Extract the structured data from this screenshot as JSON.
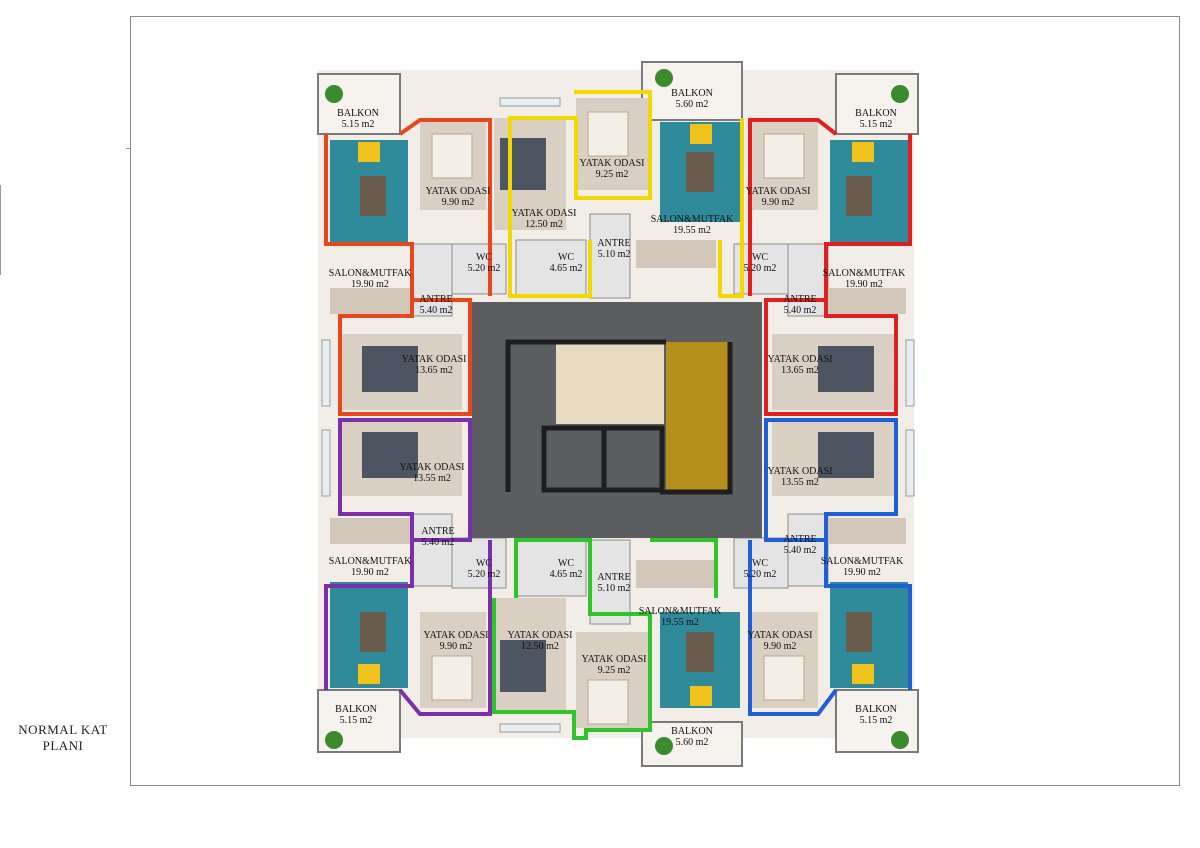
{
  "plan_title": [
    "NORMAL KAT",
    "PLANI"
  ],
  "colors": {
    "red": "#e02020",
    "orange_red": "#e8461c",
    "yellow": "#f3d800",
    "purple": "#7b2fa8",
    "green": "#2ec42a",
    "blue": "#1f5fd6",
    "core": "#5b5d60",
    "floor": "#e9e1d6",
    "wall": "#3a3a3a"
  },
  "rooms": {
    "balkon_tl": [
      "BALKON",
      "5.15 m2"
    ],
    "balkon_tc": [
      "BALKON",
      "5.60 m2"
    ],
    "balkon_tr": [
      "BALKON",
      "5.15 m2"
    ],
    "balkon_bl": [
      "BALKON",
      "5.15 m2"
    ],
    "balkon_bc": [
      "BALKON",
      "5.60 m2"
    ],
    "balkon_br": [
      "BALKON",
      "5.15 m2"
    ],
    "yatak_tl_small": [
      "YATAK ODASI",
      "9.90 m2"
    ],
    "yatak_tc_big": [
      "YATAK ODASI",
      "12.50 m2"
    ],
    "yatak_tc_small": [
      "YATAK ODASI",
      "9.25 m2"
    ],
    "yatak_tr_small": [
      "YATAK ODASI",
      "9.90 m2"
    ],
    "salon_tc": [
      "SALON&MUTFAK",
      "19.55 m2"
    ],
    "salon_tl": [
      "SALON&MUTFAK",
      "19.90 m2"
    ],
    "salon_tr": [
      "SALON&MUTFAK",
      "19.90 m2"
    ],
    "wc_tl": [
      "WC",
      "5.20 m2"
    ],
    "wc_tc": [
      "WC",
      "4.65 m2"
    ],
    "wc_tr": [
      "WC",
      "5.20 m2"
    ],
    "antre_tc": [
      "ANTRE",
      "5.10 m2"
    ],
    "antre_tl": [
      "ANTRE",
      "5.40 m2"
    ],
    "antre_tr": [
      "ANTRE",
      "5.40 m2"
    ],
    "yatak_ml_top": [
      "YATAK ODASI",
      "13.65 m2"
    ],
    "yatak_mr_top": [
      "YATAK ODASI",
      "13.65 m2"
    ],
    "yatak_ml_bot": [
      "YATAK ODASI",
      "13.55 m2"
    ],
    "yatak_mr_bot": [
      "YATAK ODASI",
      "13.55 m2"
    ],
    "antre_bl": [
      "ANTRE",
      "5.40 m2"
    ],
    "antre_br": [
      "ANTRE",
      "5.40 m2"
    ],
    "salon_bl": [
      "SALON&MUTFAK",
      "19.90 m2"
    ],
    "salon_br": [
      "SALON&MUTFAK",
      "19.90 m2"
    ],
    "wc_bl": [
      "WC",
      "5.20 m2"
    ],
    "wc_bc": [
      "WC",
      "4.65 m2"
    ],
    "wc_br": [
      "WC",
      "5.20 m2"
    ],
    "antre_bc": [
      "ANTRE",
      "5.10 m2"
    ],
    "salon_bc": [
      "SALON&MUTFAK",
      "19.55 m2"
    ],
    "yatak_bl_small": [
      "YATAK ODASI",
      "9.90 m2"
    ],
    "yatak_bc_big": [
      "YATAK ODASI",
      "12.50 m2"
    ],
    "yatak_bc_small": [
      "YATAK ODASI",
      "9.25 m2"
    ],
    "yatak_br_small": [
      "YATAK ODASI",
      "9.90 m2"
    ]
  }
}
